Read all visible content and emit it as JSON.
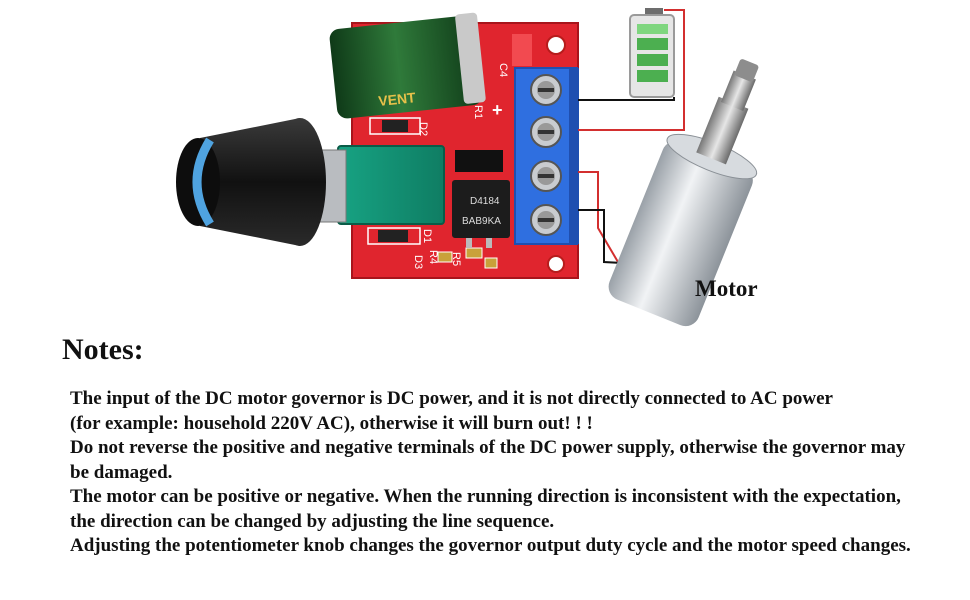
{
  "illustration": {
    "capacitor_brand": "VENT",
    "capacitor_ref": "C4",
    "diode_refs": [
      "D2",
      "D1"
    ],
    "resistor_refs": [
      "R1",
      "R4",
      "R5"
    ],
    "misc_ref": "D3",
    "mosfet_marking_1": "D4184",
    "mosfet_marking_2": "BAB9KA",
    "plus_sign": "+",
    "motor_label": "Motor",
    "colors": {
      "pcb": "#e0252e",
      "terminal_block": "#2f6fe0",
      "capacitor": "#1f5a2a",
      "knob": "#1a1a1a",
      "knob_ring": "#4fa3e0",
      "battery_level": "#4caf50",
      "wire_red": "#d32f2f",
      "wire_black": "#111111"
    }
  },
  "notes": {
    "title": "Notes:",
    "lines": [
      "The input of the DC motor governor is DC power, and it is not directly connected to AC power",
      "(for example: household 220V AC), otherwise it will burn out! ! !",
      "Do not reverse the positive and negative terminals of the DC power supply, otherwise the governor may",
      "be damaged.",
      "The motor can be positive or negative. When the running direction is inconsistent with the expectation,",
      "the direction can be changed by adjusting the line sequence.",
      "Adjusting the potentiometer knob changes the governor output duty cycle and the motor speed changes."
    ]
  }
}
